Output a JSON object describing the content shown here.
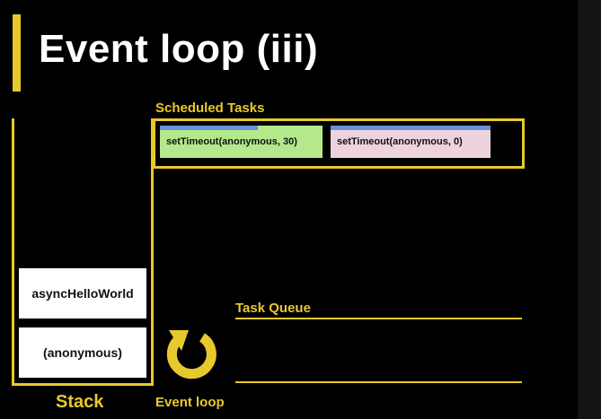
{
  "slide": {
    "title": "Event loop (iii)",
    "accent_color": "#e8c92c"
  },
  "stack": {
    "label": "Stack",
    "frames": [
      "asyncHelloWorld",
      "(anonymous)"
    ]
  },
  "scheduled_tasks": {
    "label": "Scheduled Tasks",
    "tasks": [
      {
        "text": "setTimeout(anonymous, 30)",
        "color": "#b3e98b",
        "progress": 0.6
      },
      {
        "text": "setTimeout(anonymous, 0)",
        "color": "#ecd3dd",
        "progress": 1.0
      }
    ]
  },
  "task_queue": {
    "label": "Task Queue",
    "items": []
  },
  "event_loop": {
    "label": "Event loop",
    "icon": "refresh-arrow-icon"
  }
}
